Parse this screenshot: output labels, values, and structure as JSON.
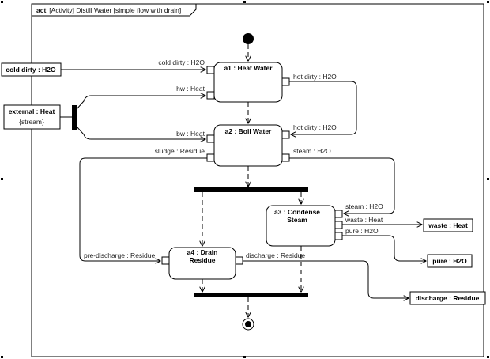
{
  "frame": {
    "keyword": "act",
    "title": "[Activity] Distill Water [simple flow with drain]"
  },
  "actions": {
    "a1": {
      "label": "a1 : Heat Water"
    },
    "a2": {
      "label": "a2 : Boil Water"
    },
    "a3": {
      "line1": "a3 : Condense",
      "line2": "Steam"
    },
    "a4": {
      "line1": "a4 : Drain",
      "line2": "Residue"
    }
  },
  "external_nodes": {
    "cold_dirty": "cold dirty : H2O",
    "external_heat": "external : Heat",
    "external_stereotype": "{stream}",
    "waste_heat": "waste : Heat",
    "pure_h2o": "pure : H2O",
    "discharge_residue": "discharge : Residue"
  },
  "pins": {
    "a1_cold_dirty": "cold dirty : H2O",
    "a1_hw": "hw : Heat",
    "a1_hot_dirty": "hot dirty : H2O",
    "a2_hot_dirty": "hot dirty : H2O",
    "a2_bw": "bw : Heat",
    "a2_sludge": "sludge : Residue",
    "a2_steam": "steam : H2O",
    "a3_steam": "steam : H2O",
    "a3_waste": "waste : Heat",
    "a3_pure": "pure : H2O",
    "a4_pre_discharge": "pre-discharge : Residue",
    "a4_discharge": "discharge : Residue"
  }
}
